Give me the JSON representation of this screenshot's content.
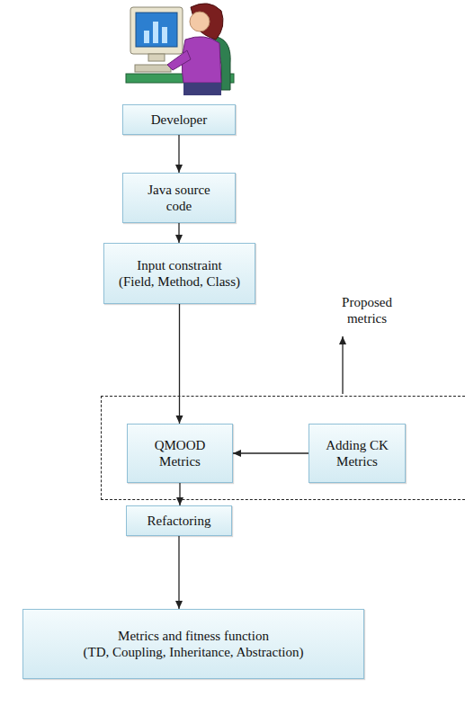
{
  "diagram": {
    "nodes": [
      {
        "text": [
          "Developer"
        ]
      },
      {
        "text": [
          "Java source code"
        ]
      },
      {
        "text": [
          "Input constraint",
          "(Field, Method, Class)"
        ]
      },
      {
        "text": [
          "Proposed metrics"
        ]
      },
      {
        "text": [
          "QMOOD Metrics"
        ],
        "in": 3
      },
      {
        "text": [
          "Adding CK Metrics"
        ],
        "in": 3
      },
      {
        "text": [
          "Refactoring"
        ]
      },
      {
        "text": [
          "Metrics and fitness function",
          "(TD, Coupling, Inheritance, Abstraction)"
        ]
      }
    ],
    "edges": [
      {
        "from": 0,
        "to": 1,
        "arrow": "to"
      },
      {
        "from": 1,
        "to": 2,
        "arrow": "to"
      },
      {
        "from": 2,
        "to": 4,
        "arrow": "to"
      },
      {
        "from": 5,
        "to": 4,
        "arrow": "to"
      },
      {
        "from": 4,
        "to": 6,
        "arrow": "to"
      },
      {
        "from": 6,
        "to": 7,
        "arrow": "to"
      }
    ]
  }
}
